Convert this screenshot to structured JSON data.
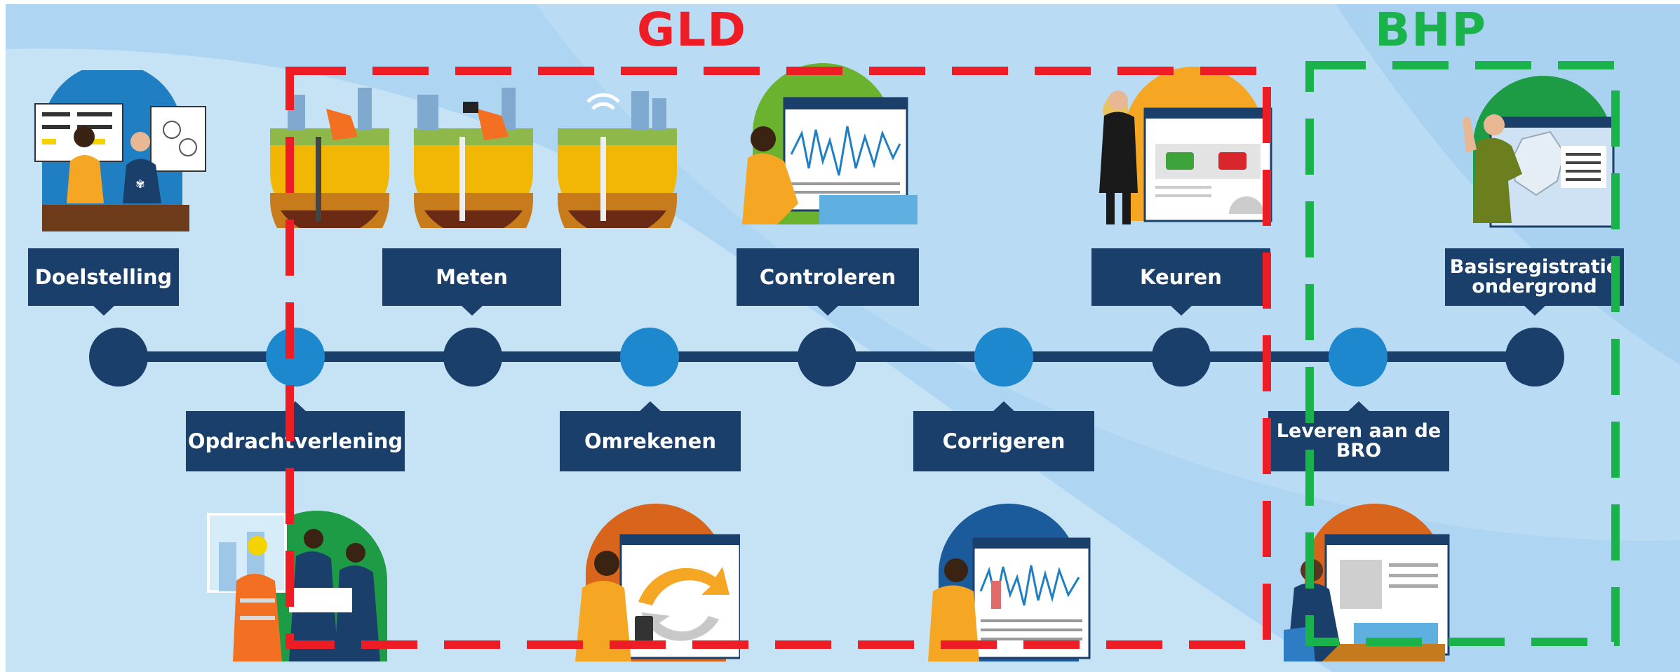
{
  "colors": {
    "background_light": "#d3e9f6",
    "background_mid": "#b6dbf4",
    "label_bg": "#1b3f6b",
    "node_dark": "#1b3f6b",
    "node_light": "#1e88cf",
    "gld_border": "#ee1c25",
    "bhp_border": "#19b24b"
  },
  "groups": {
    "gld": {
      "title": "GLD"
    },
    "bhp": {
      "title": "BHP"
    }
  },
  "steps": [
    {
      "label": "Doelstelling"
    },
    {
      "label": "Opdrachtverlening"
    },
    {
      "label": "Meten"
    },
    {
      "label": "Omrekenen"
    },
    {
      "label": "Controleren"
    },
    {
      "label": "Corrigeren"
    },
    {
      "label": "Keuren"
    },
    {
      "label": "Leveren aan de BRO",
      "lines": [
        "Leveren aan de",
        "BRO"
      ]
    },
    {
      "label": "Basisregistratie ondergrond",
      "lines": [
        "Basisregistratie",
        "ondergrond"
      ]
    }
  ],
  "illustrations": [
    "meeting-scene-icon",
    "handshake-scene-icon",
    "soil-measure-icon",
    "conversion-scene-icon",
    "control-graph-icon",
    "correction-graph-icon",
    "approval-scene-icon",
    "delivery-scene-icon",
    "map-scene-icon"
  ]
}
